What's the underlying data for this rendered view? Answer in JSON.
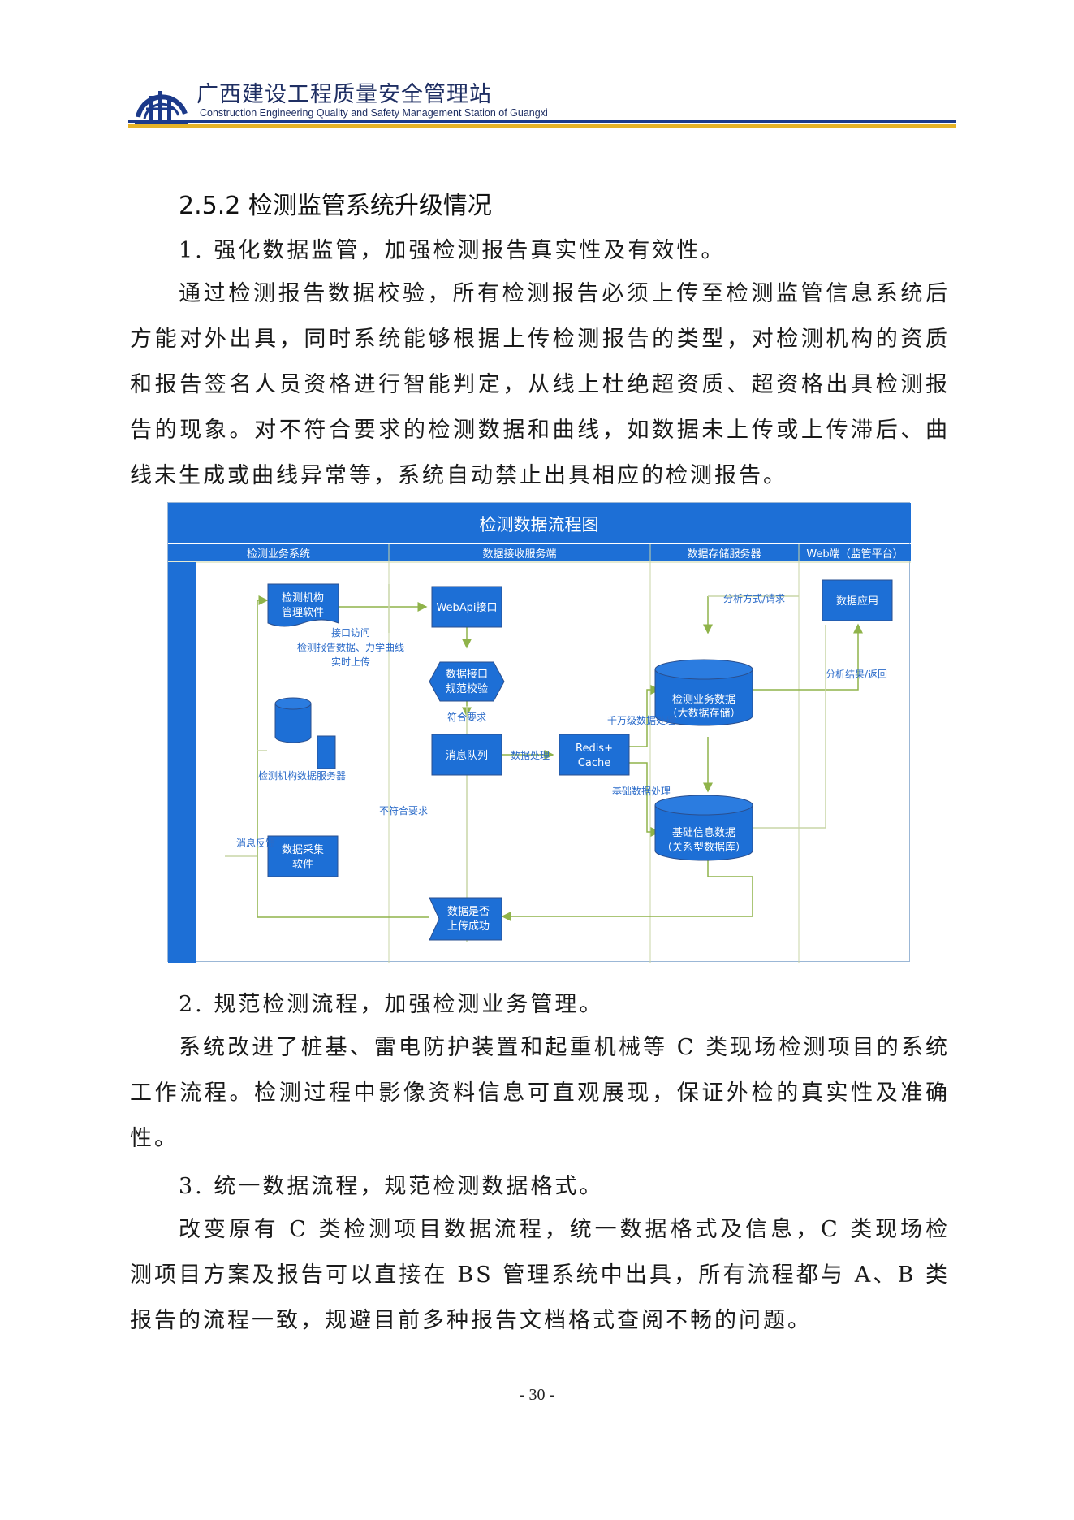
{
  "header": {
    "org_name_cn": "广西建设工程质量安全管理站",
    "org_name_en": "Construction Engineering Quality and Safety Management Station of Guangxi"
  },
  "section": {
    "heading": "2.5.2 检测监管系统升级情况"
  },
  "items": [
    {
      "title": "1. 强化数据监管，加强检测报告真实性及有效性。",
      "paragraph": "通过检测报告数据校验，所有检测报告必须上传至检测监管信息系统后方能对外出具，同时系统能够根据上传检测报告的类型，对检测机构的资质和报告签名人员资格进行智能判定，从线上杜绝超资质、超资格出具检测报告的现象。对不符合要求的检测数据和曲线，如数据未上传或上传滞后、曲线未生成或曲线异常等，系统自动禁止出具相应的检测报告。"
    },
    {
      "title": "2. 规范检测流程，加强检测业务管理。",
      "paragraph": "系统改进了桩基、雷电防护装置和起重机械等 C 类现场检测项目的系统工作流程。检测过程中影像资料信息可直观展现，保证外检的真实性及准确性。"
    },
    {
      "title": "3. 统一数据流程，规范检测数据格式。",
      "paragraph": "改变原有 C 类检测项目数据流程，统一数据格式及信息，C 类现场检测项目方案及报告可以直接在 BS 管理系统中出具，所有流程都与 A、B 类报告的流程一致，规避目前多种报告文档格式查阅不畅的问题。"
    }
  ],
  "diagram": {
    "title": "检测数据流程图",
    "lanes": [
      "检测业务系统",
      "数据接收服务端",
      "数据存储服务器",
      "Web端（监管平台）"
    ],
    "nodes": {
      "org_software": [
        "检测机构",
        "管理软件"
      ],
      "webapi": "WebApi接口",
      "validate": [
        "数据接口",
        "规范校验"
      ],
      "queue": "消息队列",
      "redis": [
        "Redis+",
        "Cache"
      ],
      "bigdata": [
        "检测业务数据",
        "（大数据存储）"
      ],
      "basic": [
        "基础信息数据",
        "（关系型数据库）"
      ],
      "app": "数据应用",
      "collect": [
        "数据采集",
        "软件"
      ],
      "upload_ok": [
        "数据是否",
        "上传成功"
      ],
      "org_server": "检测机构数据服务器"
    },
    "labels": {
      "interface_access": "接口访问",
      "realtime_upload": [
        "检测报告数据、力学曲线",
        "实时上传"
      ],
      "meets": "符合要求",
      "not_meets": "不符合要求",
      "data_proc": "数据处理",
      "ten_million": "千万级数据处理",
      "basic_proc": "基础数据处理",
      "analysis_req": "分析方式/请求",
      "analysis_result": "分析结果/返回",
      "feedback": "消息反馈"
    }
  },
  "page_number": "- 30 -"
}
